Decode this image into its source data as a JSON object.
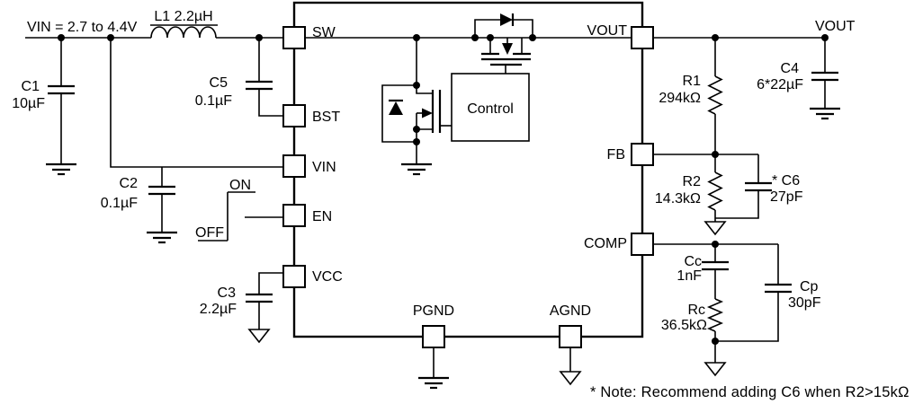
{
  "schematic": {
    "input_label": "VIN = 2.7 to 4.4V",
    "output_label": "VOUT",
    "inductor": {
      "label": "L1 2.2µH"
    },
    "capacitors": {
      "c1": {
        "name": "C1",
        "value": "10µF"
      },
      "c2": {
        "name": "C2",
        "value": "0.1µF"
      },
      "c3": {
        "name": "C3",
        "value": "2.2µF"
      },
      "c4": {
        "name": "C4",
        "value": "6*22µF"
      },
      "c5": {
        "name": "C5",
        "value": "0.1µF"
      },
      "c6": {
        "name": "* C6",
        "value": "27pF"
      },
      "cc": {
        "name": "Cc",
        "value": "1nF"
      },
      "cp": {
        "name": "Cp",
        "value": "30pF"
      }
    },
    "resistors": {
      "r1": {
        "name": "R1",
        "value": "294kΩ"
      },
      "r2": {
        "name": "R2",
        "value": "14.3kΩ"
      },
      "rc": {
        "name": "Rc",
        "value": "36.5kΩ"
      }
    },
    "enable": {
      "on": "ON",
      "off": "OFF"
    },
    "ic": {
      "control_block": "Control",
      "pins": {
        "sw": "SW",
        "bst": "BST",
        "vin": "VIN",
        "en": "EN",
        "vcc": "VCC",
        "vout": "VOUT",
        "fb": "FB",
        "comp": "COMP",
        "pgnd": "PGND",
        "agnd": "AGND"
      }
    },
    "note": "* Note: Recommend adding C6 when R2>15kΩ"
  }
}
